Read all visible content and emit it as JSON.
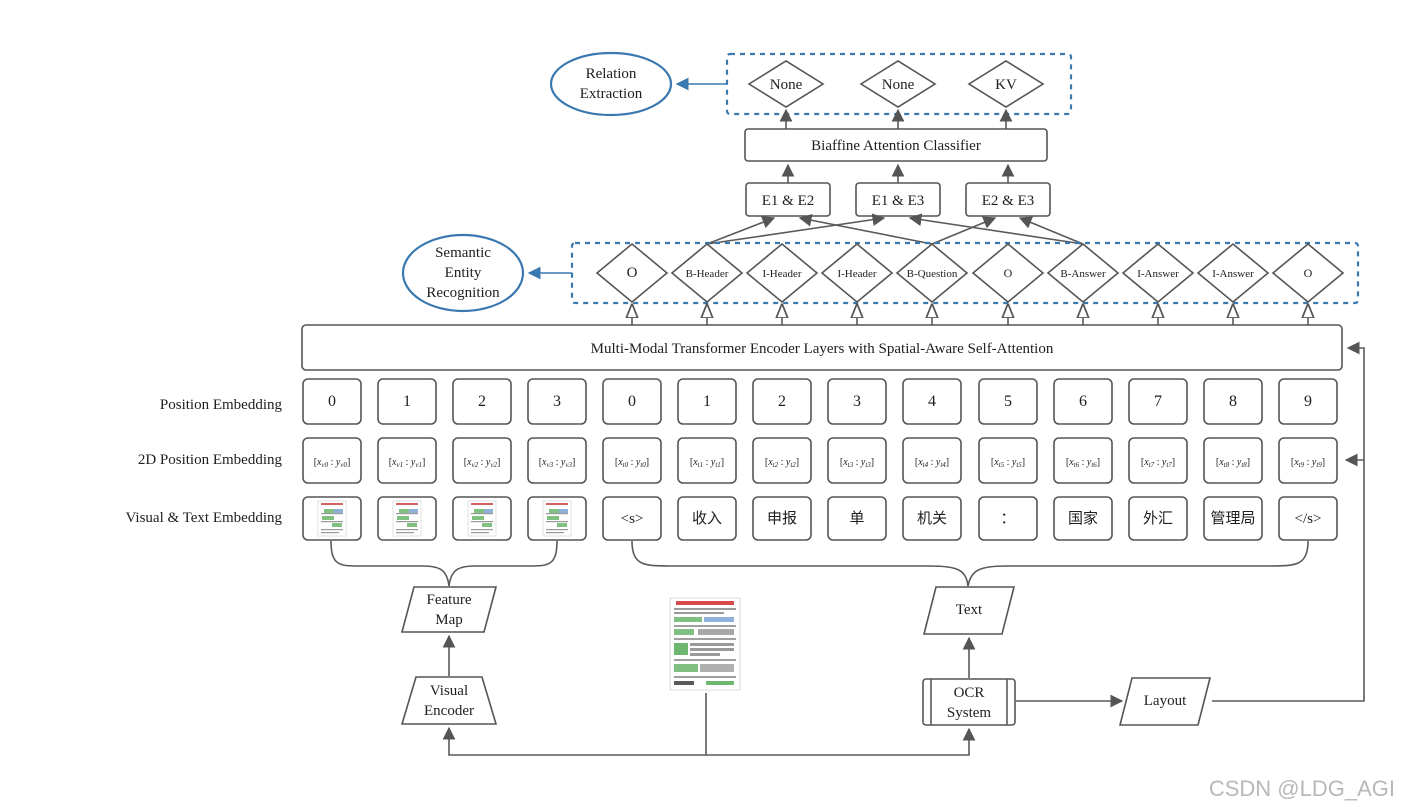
{
  "row_labels": {
    "position": "Position Embedding",
    "pos2d": "2D Position Embedding",
    "visual_text": "Visual & Text Embedding"
  },
  "position_ids": [
    "0",
    "1",
    "2",
    "3",
    "0",
    "1",
    "2",
    "3",
    "4",
    "5",
    "6",
    "7",
    "8",
    "9"
  ],
  "pos2d": [
    {
      "x": "x",
      "xs": "v0",
      "y": "y",
      "ys": "v0"
    },
    {
      "x": "x",
      "xs": "v1",
      "y": "y",
      "ys": "v1"
    },
    {
      "x": "x",
      "xs": "v2",
      "y": "y",
      "ys": "v2"
    },
    {
      "x": "x",
      "xs": "v3",
      "y": "y",
      "ys": "v3"
    },
    {
      "x": "x",
      "xs": "t0",
      "y": "y",
      "ys": "t0"
    },
    {
      "x": "x",
      "xs": "t1",
      "y": "y",
      "ys": "t1"
    },
    {
      "x": "x",
      "xs": "t2",
      "y": "y",
      "ys": "t2"
    },
    {
      "x": "x",
      "xs": "t3",
      "y": "y",
      "ys": "t3"
    },
    {
      "x": "x",
      "xs": "t4",
      "y": "y",
      "ys": "t4"
    },
    {
      "x": "x",
      "xs": "t5",
      "y": "y",
      "ys": "t5"
    },
    {
      "x": "x",
      "xs": "t6",
      "y": "y",
      "ys": "t6"
    },
    {
      "x": "x",
      "xs": "t7",
      "y": "y",
      "ys": "t7"
    },
    {
      "x": "x",
      "xs": "t8",
      "y": "y",
      "ys": "t8"
    },
    {
      "x": "x",
      "xs": "t9",
      "y": "y",
      "ys": "t9"
    }
  ],
  "text_tokens": [
    "<s>",
    "收入",
    "申报",
    "单",
    "机关",
    "：",
    "国家",
    "外汇",
    "管理局",
    "</s>"
  ],
  "ser_labels": [
    "O",
    "B-Header",
    "I-Header",
    "I-Header",
    "B-Question",
    "O",
    "B-Answer",
    "I-Answer",
    "I-Answer",
    "O"
  ],
  "encoder_title": "Multi-Modal Transformer Encoder Layers with Spatial-Aware Self-Attention",
  "pairs": [
    "E1 & E2",
    "E1 & E3",
    "E2 & E3"
  ],
  "classifier": "Biaffine Attention Classifier",
  "re_labels": [
    "None",
    "None",
    "KV"
  ],
  "relation_extraction": [
    "Relation",
    "Extraction"
  ],
  "semantic_entity": [
    "Semantic",
    "Entity",
    "Recognition"
  ],
  "feature_map": [
    "Feature",
    "Map"
  ],
  "visual_encoder": [
    "Visual",
    "Encoder"
  ],
  "text_node": "Text",
  "ocr": [
    "OCR",
    "System"
  ],
  "layout": "Layout",
  "watermark": "CSDN @LDG_AGI"
}
